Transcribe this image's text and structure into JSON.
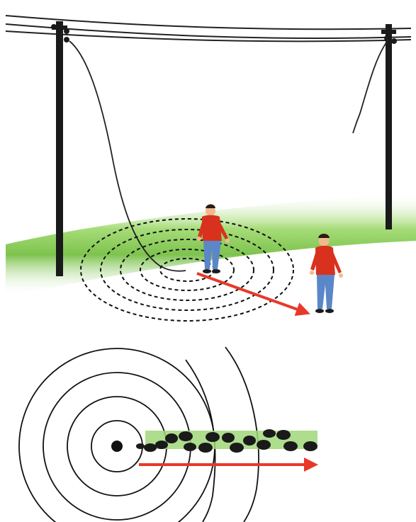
{
  "illustration": {
    "colors": {
      "ground": "#8ccf5a",
      "ground_light": "#cdeeb4",
      "pole": "#1a1a1a",
      "wire": "#222222",
      "contour": "#111111",
      "arrow": "#e8382b",
      "shirt": "#d8321e",
      "jeans": "#5b87c8",
      "skin": "#f3b98e",
      "hair": "#2a1c14",
      "footprint": "#1a1a1a"
    },
    "icons": [
      "utility-pole",
      "power-line",
      "fallen-wire",
      "person-standing",
      "person-walking",
      "step-voltage-contours",
      "arrow-right",
      "footprints"
    ]
  }
}
